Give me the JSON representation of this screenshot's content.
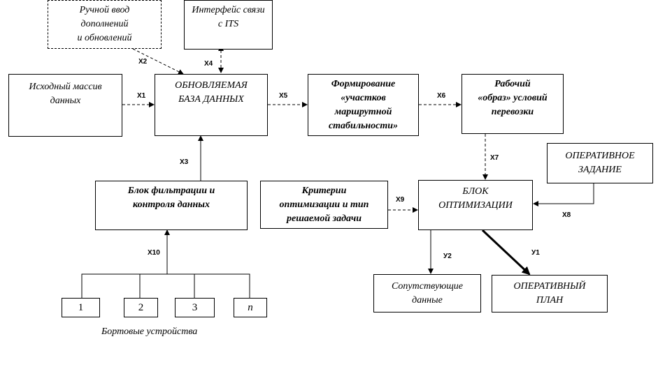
{
  "boxes": {
    "manual_input": "Ручной ввод\nдополнений\nи обновлений",
    "its_interface": "Интерфейс связи\nс ITS",
    "source_data": "Исходный массив\nданных",
    "updated_db": "ОБНОВЛЯЕМАЯ\nБАЗА ДАННЫХ",
    "formation": "Формирование\n«участков\nмаршрутной\nстабильности»",
    "working_image": "Рабочий\n«образ» условий\nперевозки",
    "operative_task": "ОПЕРАТИВНОЕ\nЗАДАНИЕ",
    "filter_block": "Блок фильтрации и\nконтроля данных",
    "criteria": "Критерии\nоптимизации и тип\nрешаемой задачи",
    "optimization": "БЛОК\nОПТИМИЗАЦИИ",
    "accompanying": "Сопутствующие\nданные",
    "operative_plan": "ОПЕРАТИВНЫЙ\nПЛАН"
  },
  "devices": [
    "1",
    "2",
    "3",
    "n"
  ],
  "devices_caption": "Бортовые устройства",
  "signals": {
    "x1": "X1",
    "x2": "X2",
    "x3": "X3",
    "x4": "X4",
    "x5": "X5",
    "x6": "X6",
    "x7": "X7",
    "x8": "X8",
    "x9": "X9",
    "x10": "X10",
    "y1": "У1",
    "y2": "У2"
  }
}
